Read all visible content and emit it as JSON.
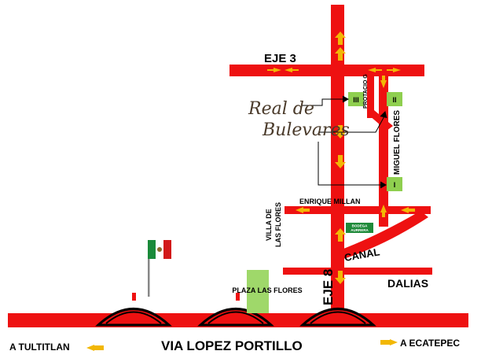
{
  "map": {
    "streets": {
      "eje3": "EJE 3",
      "eje8": "EJE 8",
      "enrique_millan": "ENRIQUE     MILLAN",
      "villa_de_las_flores_line1": "VILLA DE",
      "villa_de_las_flores_line2": "LAS FLORES",
      "miguel_flores": "MIGUEL FLORES",
      "protacio": "PROTACIO G",
      "canal": "CANAL",
      "dalias": "DALIAS",
      "via_lopez_portillo": "VIA LOPEZ PORTILLO"
    },
    "directions": {
      "tultitlan": "A  TULTITLAN",
      "ecatepec": "A ECATEPEC"
    },
    "development": {
      "line1": "Real de",
      "line2": "Bulevares"
    },
    "places": {
      "plaza_las_flores": "PLAZA LAS FLORES",
      "bodega_line1": "BODEGA",
      "bodega_line2": "AURRERA"
    },
    "lots": {
      "lot_left": "III",
      "lot_right": "II",
      "lot_lower": "I"
    },
    "colors": {
      "road": "#ee1111",
      "arrow": "#f2b705",
      "lot_green": "#8fcf4f",
      "plaza_green": "#9fd86a",
      "store_green": "#1f8a3a",
      "flag_green": "#1a8a3a",
      "flag_red": "#d21a1a"
    },
    "icons": [
      "mexico-flag-icon",
      "direction-arrow-icon"
    ]
  }
}
